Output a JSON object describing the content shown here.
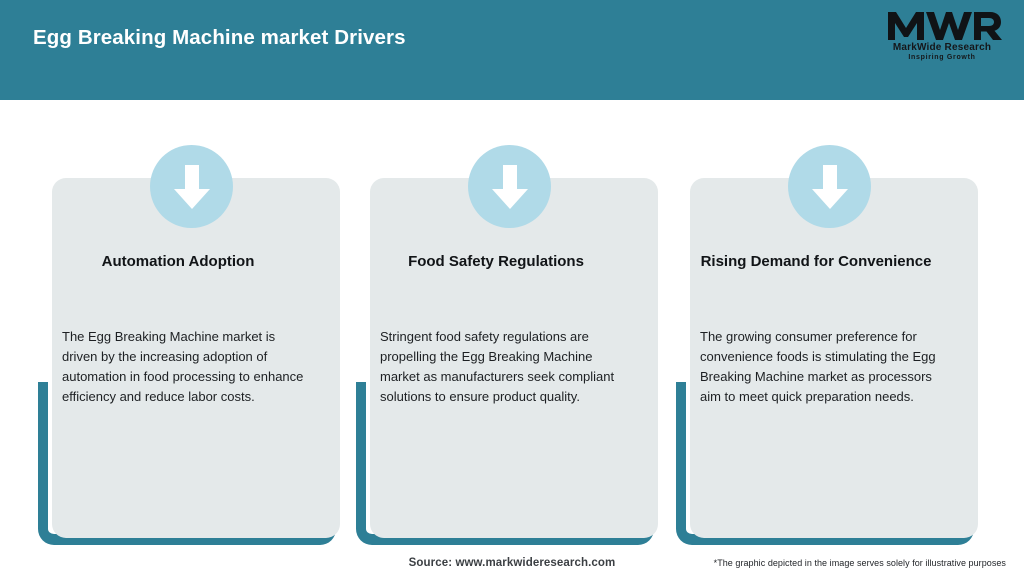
{
  "header": {
    "title": "Egg Breaking Machine market Drivers",
    "background_color": "#2e7f96",
    "title_color": "#ffffff"
  },
  "logo": {
    "mark": "MWR",
    "name": "MarkWide Research",
    "tagline": "Inspiring Growth"
  },
  "theme": {
    "accent_teal": "#2e7f96",
    "icon_circle_blue": "#b0dae8",
    "card_background": "#e4e9ea",
    "page_background": "#ffffff"
  },
  "cards": [
    {
      "icon": "down-arrow-icon",
      "title": "Automation Adoption",
      "body": "The Egg Breaking Machine market is driven by the increasing adoption of automation in food processing to enhance efficiency and reduce labor costs."
    },
    {
      "icon": "down-arrow-icon",
      "title": "Food Safety Regulations",
      "body": "Stringent food safety regulations are propelling the Egg Breaking Machine market as manufacturers seek compliant solutions to ensure product quality."
    },
    {
      "icon": "down-arrow-icon",
      "title": "Rising Demand for Convenience",
      "body": "The growing consumer preference for convenience foods is stimulating the Egg Breaking Machine market as processors aim to meet quick preparation needs."
    }
  ],
  "footer": {
    "source": "Source: www.markwideresearch.com",
    "disclaimer": "*The graphic depicted in the image serves solely for illustrative purposes"
  }
}
